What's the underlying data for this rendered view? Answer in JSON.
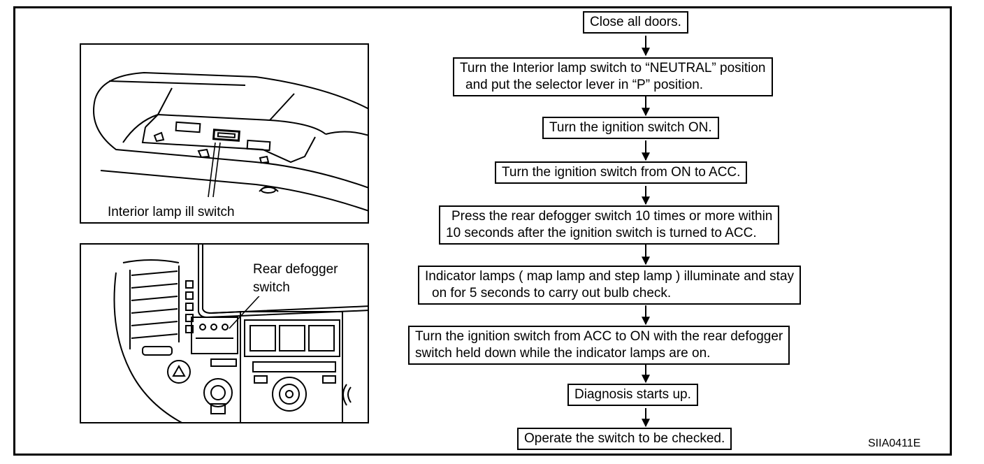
{
  "figure_code": "SIIA0411E",
  "callouts": {
    "interior_lamp_switch": "Interior lamp ill switch",
    "rear_defogger_line1": "Rear defogger",
    "rear_defogger_line2": "switch"
  },
  "steps": [
    {
      "lines": [
        "Close all doors."
      ]
    },
    {
      "lines": [
        "Turn the Interior lamp switch to “NEUTRAL” position",
        "and put the selector lever in “P” position."
      ]
    },
    {
      "lines": [
        "Turn the ignition switch ON."
      ]
    },
    {
      "lines": [
        "Turn the ignition switch from ON to ACC."
      ]
    },
    {
      "lines": [
        "Press the rear defogger switch 10 times or more within",
        "10 seconds after the ignition switch is turned to ACC."
      ]
    },
    {
      "lines": [
        "Indicator lamps ( map lamp and step lamp ) illuminate and stay",
        "on for 5 seconds to carry out bulb check."
      ]
    },
    {
      "lines": [
        "Turn the ignition switch from ACC to ON with the rear defogger",
        "switch held down while the indicator lamps are on."
      ]
    },
    {
      "lines": [
        "Diagnosis starts up."
      ]
    },
    {
      "lines": [
        "Operate the switch to be checked."
      ]
    }
  ]
}
